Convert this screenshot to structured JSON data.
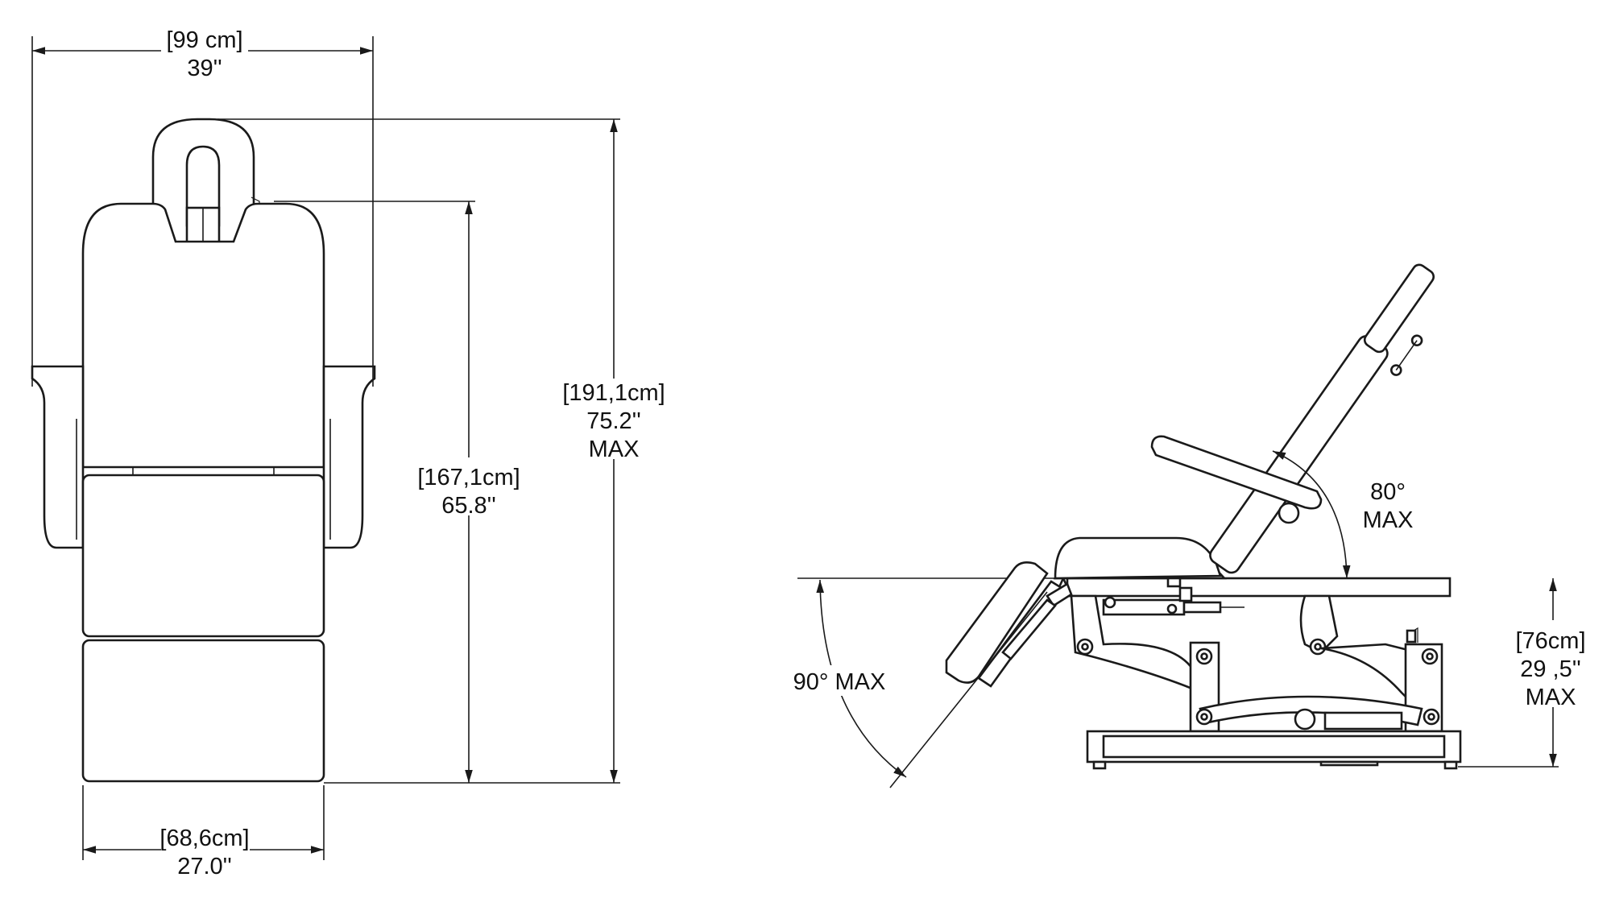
{
  "front_view": {
    "top_width": {
      "metric": "[99 cm]",
      "imperial": "39''"
    },
    "total_length": {
      "metric": "[191,1cm]",
      "imperial": "75.2''",
      "note": "MAX"
    },
    "body_length": {
      "metric": "[167,1cm]",
      "imperial": "65.8''"
    },
    "bottom_width": {
      "metric": "[68,6cm]",
      "imperial": "27.0''"
    }
  },
  "side_view": {
    "backrest_angle": {
      "value": "80°",
      "note": "MAX"
    },
    "legrest_angle": {
      "value": "90° MAX"
    },
    "height": {
      "metric": "[76cm]",
      "imperial": "29 ,5''",
      "note": "MAX"
    }
  }
}
